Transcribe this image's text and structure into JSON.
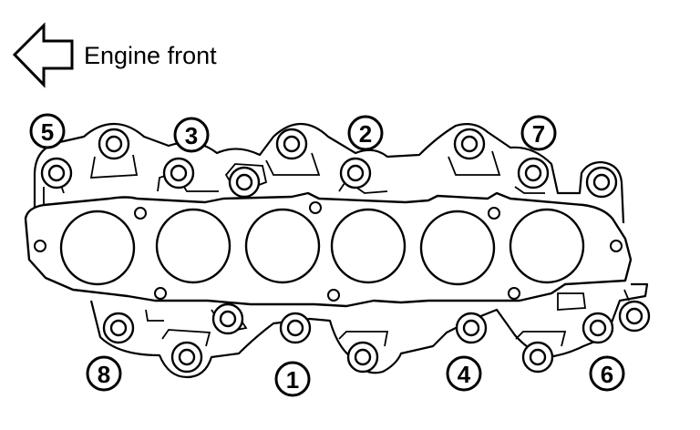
{
  "header": {
    "label": "Engine front",
    "icon": "left-arrow-icon"
  },
  "bolt_labels": {
    "top": [
      "5",
      "3",
      "2",
      "7"
    ],
    "bottom": [
      "8",
      "1",
      "4",
      "6"
    ]
  },
  "colors": {
    "stroke": "#000000",
    "background": "#ffffff"
  }
}
